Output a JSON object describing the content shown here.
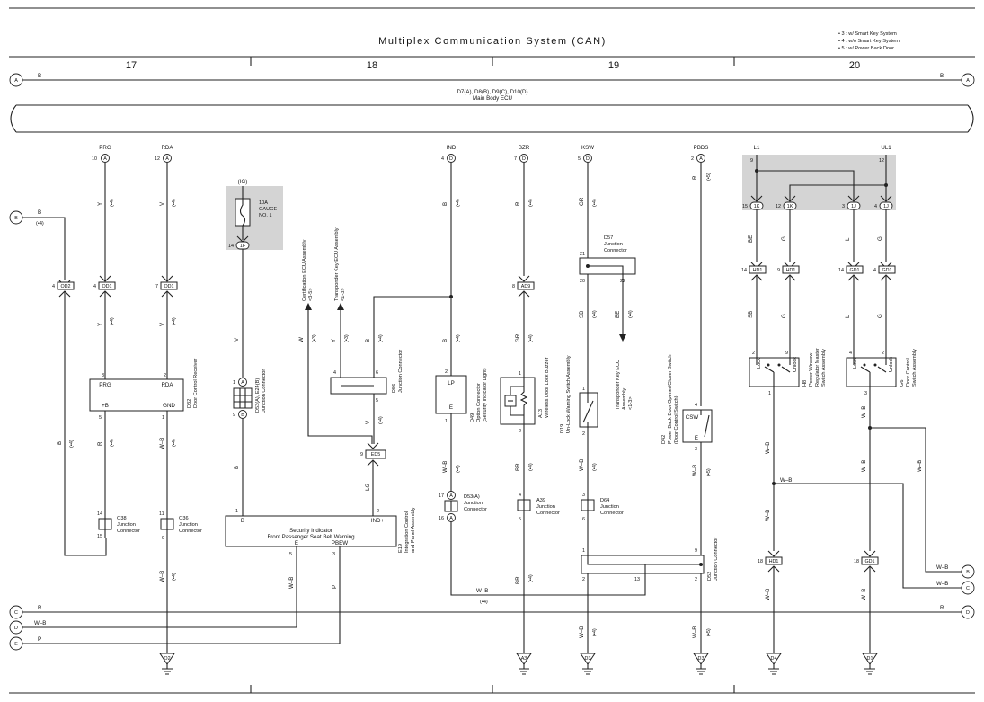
{
  "header": {
    "title": "Multiplex Communication System (CAN)",
    "columns": [
      "17",
      "18",
      "19",
      "20"
    ],
    "notes": [
      "• 3 : w/ Smart Key System",
      "• 4 : w/o Smart Key System",
      "• 5 : w/ Power Back Door"
    ]
  },
  "ecu": {
    "connectors": "D7(A), D8(B), D9(C), D10(D)",
    "name": "Main Body ECU",
    "terminals": [
      {
        "name": "PRG",
        "pin": "10",
        "conn": "A"
      },
      {
        "name": "RDA",
        "pin": "12",
        "conn": "A"
      },
      {
        "name": "IND",
        "pin": "4",
        "conn": "D"
      },
      {
        "name": "BZR",
        "pin": "7",
        "conn": "D"
      },
      {
        "name": "KSW",
        "pin": "5",
        "conn": "D"
      },
      {
        "name": "PBDS",
        "pin": "2",
        "conn": "A"
      },
      {
        "name": "L1",
        "pin": "9",
        "conn": ""
      },
      {
        "name": "UL1",
        "pin": "12",
        "conn": ""
      }
    ]
  },
  "refs": {
    "A": "A",
    "B": "B",
    "C": "C",
    "D": "D",
    "E": "E"
  },
  "bus_labels": {
    "a_left": "B",
    "a_right": "B",
    "b_left": "B",
    "c_left": "R",
    "c_right": "R",
    "d_left": "W–B",
    "e_left": "P",
    "b_right": "W–B",
    "c2_right": "W–B"
  },
  "notes_inline": {
    "n4": "(•4)",
    "n3": "(•3)",
    "n5": "(•5)"
  },
  "wire_colors": {
    "Y": "Y",
    "B": "B",
    "R": "R",
    "V": "V",
    "W": "W",
    "GR": "GR",
    "SB": "SB",
    "BE": "BE",
    "G": "G",
    "L": "L",
    "WB": "W–B",
    "BR": "BR",
    "LG": "LG",
    "P": "P"
  },
  "pins": {
    "p1": "1",
    "p2": "2",
    "p3": "3",
    "p4": "4",
    "p5": "5",
    "p6": "6",
    "p7": "7",
    "p8": "8",
    "p9": "9",
    "p10": "10",
    "p11": "11",
    "p12": "12",
    "p13": "13",
    "p14": "14",
    "p15": "15",
    "p16": "16",
    "p17": "17",
    "p18": "18",
    "p20": "20",
    "p21": "21",
    "p22": "22"
  },
  "conn_codes": {
    "od1": "OD1",
    "od2": "OD2",
    "ad9": "AD9",
    "ed5": "ED5",
    "hd1": "HD1",
    "gd1": "GD1",
    "k1": "1K",
    "j1": "1J",
    "f1": "1F",
    "ca": "A",
    "cb": "B"
  },
  "fuse": {
    "ig": "(IG)",
    "rating": "10A",
    "name1": "GAUGE",
    "name2": "NO. 1"
  },
  "components": {
    "d32_label1": "D32",
    "d32_label2": "Door Control Receiver",
    "d32_prg": "PRG",
    "d32_rda": "RDA",
    "d32_b": "+B",
    "d32_gnd": "GND",
    "d53_label1": "D53(A), E24(B)",
    "d53_label2": "Junction Connector",
    "cert_ecu": "Certification ECU Assembly",
    "cert_note": "<3-5>",
    "trans_ecu": "Transponder Key ECU Assembly",
    "trans_note": "<1-3>",
    "d56_label1": "D56",
    "d56_label2": "Junction Connector",
    "d49_label1": "D49",
    "d49_label2": "Option Connector",
    "d49_label3": "(Security Indicator Light)",
    "d49_lp": "LP",
    "d49_e": "E",
    "a13_label1": "A13",
    "a13_label2": "Wireless Door Lock Buzzer",
    "d19_label1": "D19",
    "d19_label2": "Un-Lock Warning Switch Assembly",
    "d57_label1": "D57",
    "d57_label2": "Junction",
    "d57_label3": "Connector",
    "trans2_ecu1": "Transponder Key ECU",
    "trans2_ecu2": "Assembly",
    "trans2_note": "<1-3>",
    "d42_label1": "D42",
    "d42_label2": "Power Back Door Opener/Closer Switch",
    "d42_label3": "(Door Control Switch)",
    "d42_csw": "CSW",
    "d42_e": "E",
    "h8_label1": "H8",
    "h8_label2": "Power Window",
    "h8_label3": "Regulator Master",
    "h8_label4": "Switch Assembly",
    "g6_label1": "G6",
    "g6_label2": "Door Control",
    "g6_label3": "Switch Assembly",
    "lock": "Lock",
    "unlock": "Unlock",
    "o38_label1": "O38",
    "o38_label2": "Junction",
    "o38_label3": "Connector",
    "o36_label1": "O36",
    "o36_label2": "Junction",
    "o36_label3": "Connector",
    "e19_label1": "E19",
    "e19_label2": "Integration Control",
    "e19_label3": "and Panel Assembly",
    "e19_line1": "Security Indicator",
    "e19_line2": "Front Passenger Seat Belt Warning",
    "e19_b": "B",
    "e19_ind": "IND+",
    "e19_e": "E",
    "e19_pbew": "PBEW",
    "d53a_label1": "D53(A)",
    "d53a_label2": "Junction",
    "d53a_label3": "Connector",
    "a39_label1": "A39",
    "a39_label2": "Junction",
    "a39_label3": "Connector",
    "d64_label1": "D64",
    "d64_label2": "Junction",
    "d64_label3": "Connector",
    "d52_label1": "D52",
    "d52_label2": "Junction Connector"
  },
  "grounds": [
    "O2",
    "A3",
    "D3",
    "D3",
    "D4",
    "D1"
  ]
}
